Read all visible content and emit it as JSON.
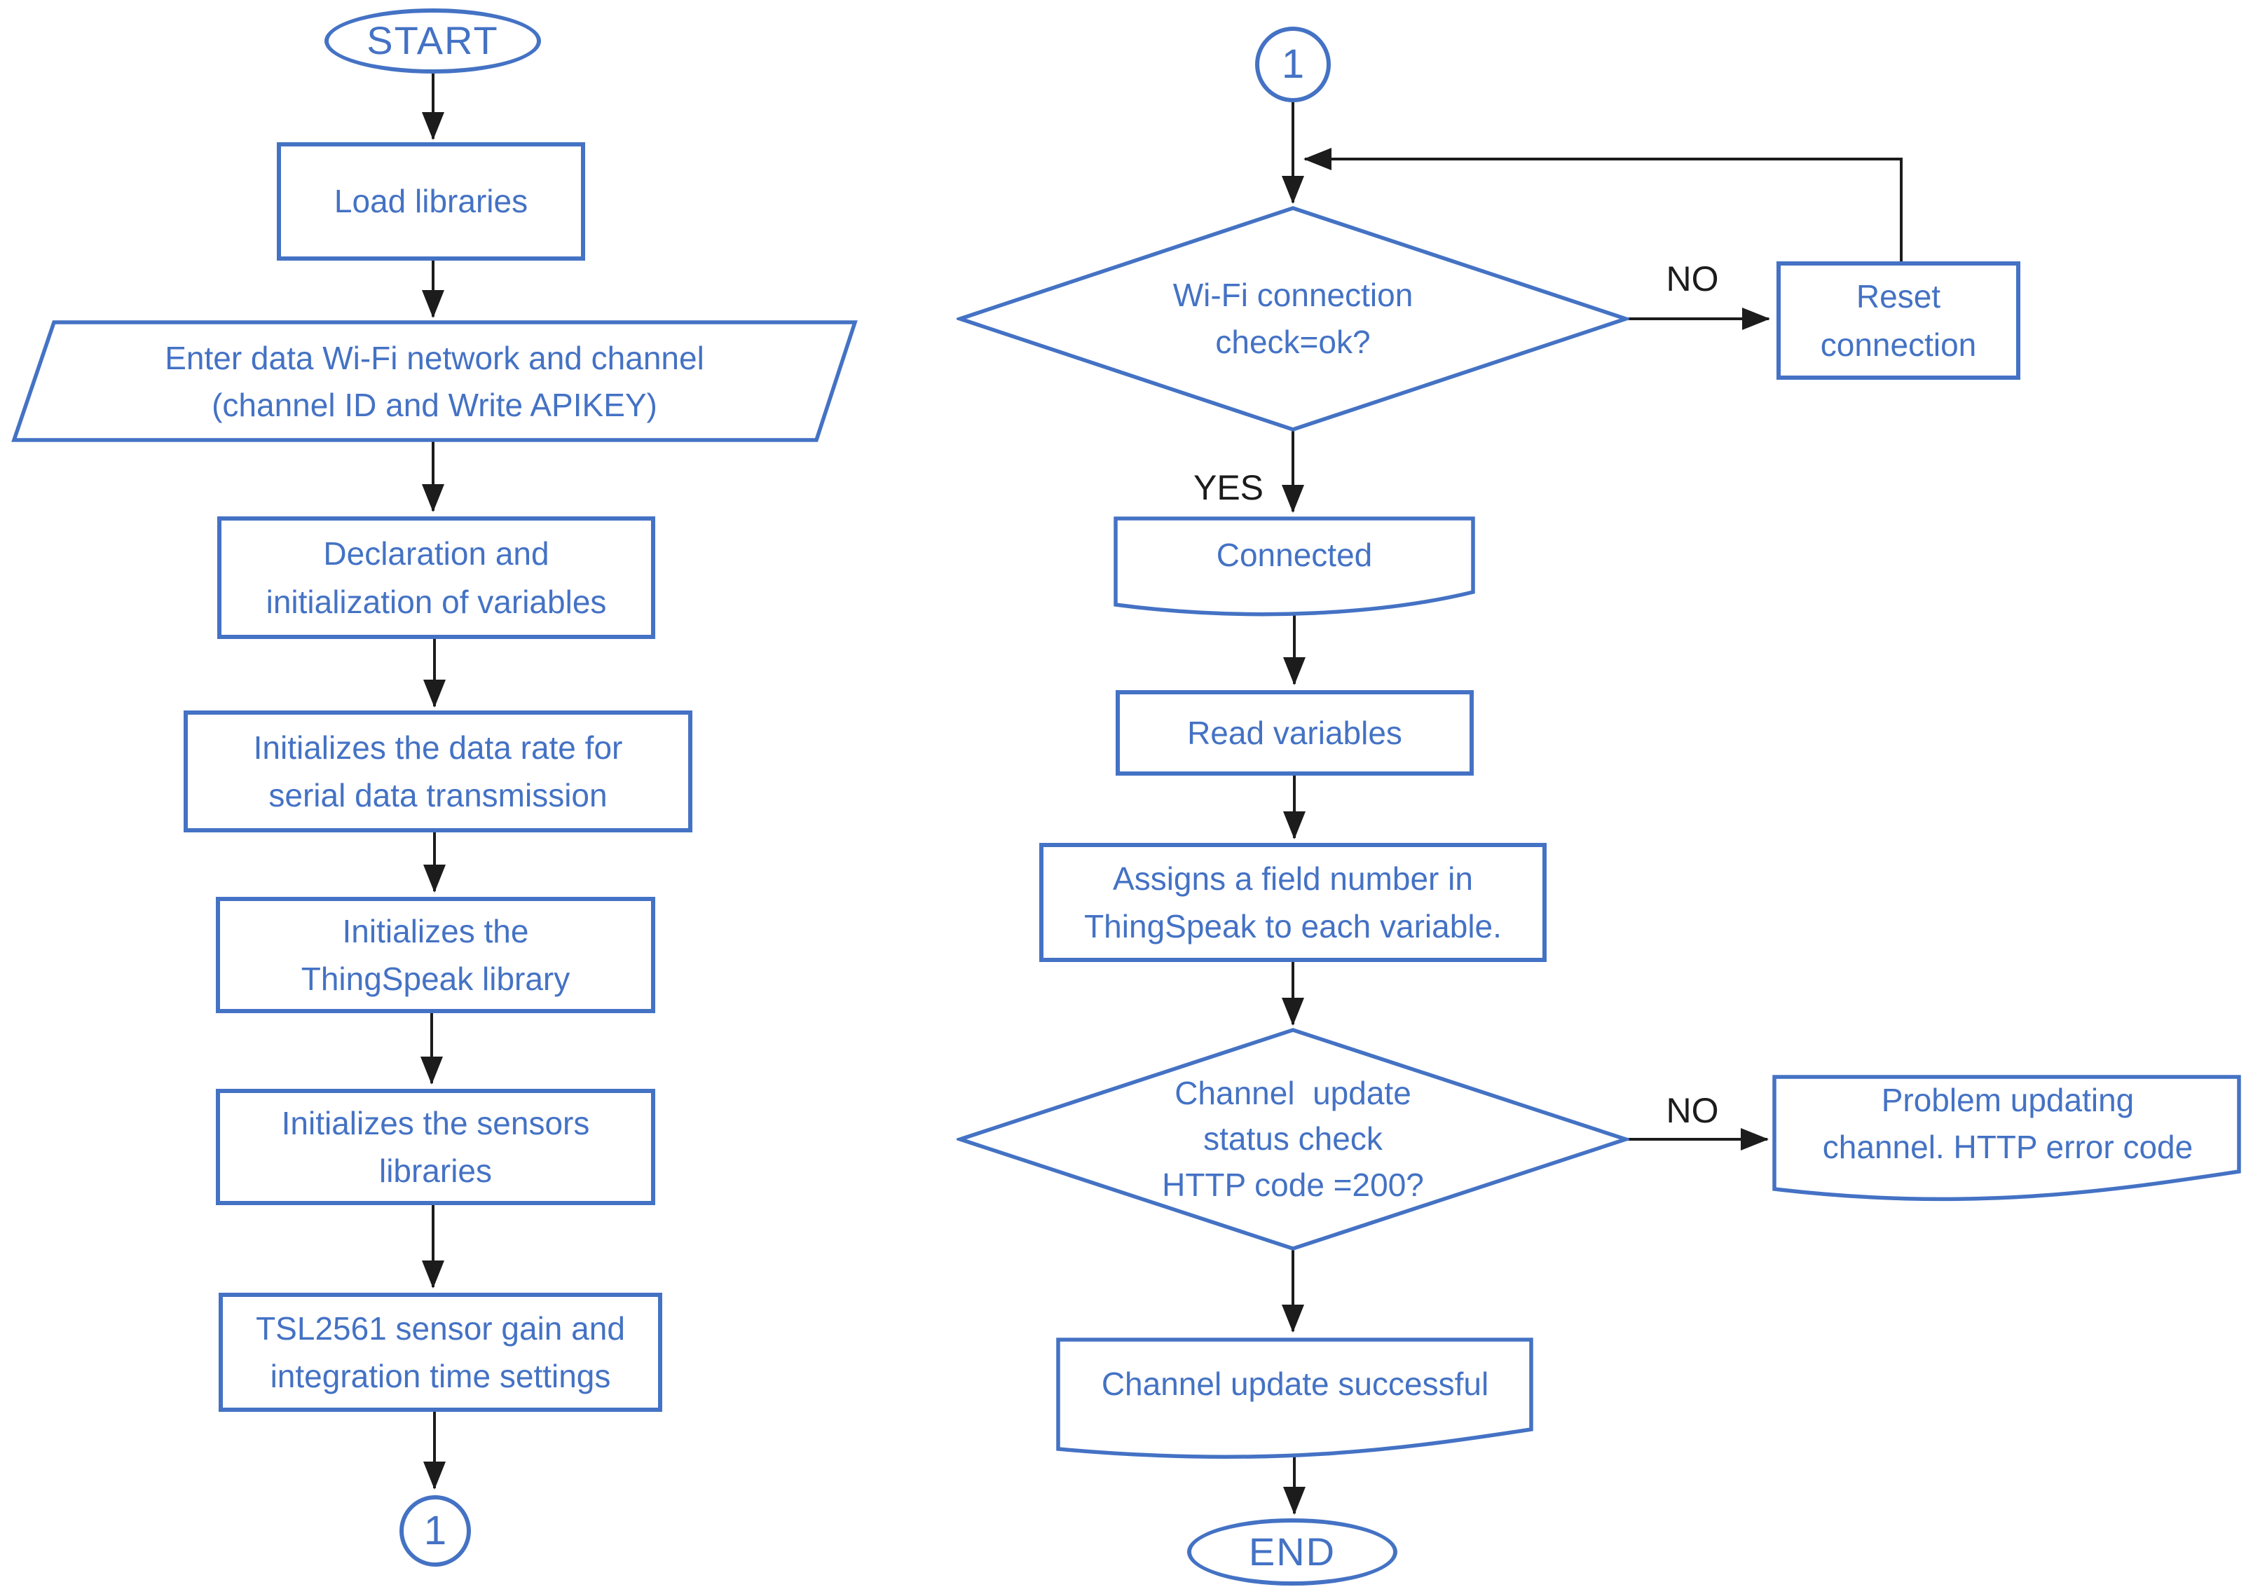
{
  "diagram": {
    "accent_color": "#4472C4",
    "arrow_color": "#1c1c1c",
    "left_column": {
      "start": "START",
      "load_libraries": "Load libraries",
      "enter_data": "Enter data Wi-Fi network and channel\n(channel ID and Write APIKEY)",
      "declaration": "Declaration and\ninitialization of variables",
      "data_rate": "Initializes the data rate for\nserial data transmission",
      "thingspeak_lib": "Initializes the\nThingSpeak library",
      "sensors_lib": "Initializes the sensors\nlibraries",
      "tsl2561": "TSL2561 sensor gain and\nintegration time settings",
      "connector_1": "1"
    },
    "right_column": {
      "connector_1": "1",
      "wifi_check": "Wi-Fi connection\ncheck=ok?",
      "no_label_1": "NO",
      "reset_connection": "Reset\nconnection",
      "yes_label": "YES",
      "connected": "Connected",
      "read_variables": "Read variables",
      "assign_fields": "Assigns a field number in\nThingSpeak to each variable.",
      "channel_check": "Channel  update\nstatus check\nHTTP code =200?",
      "no_label_2": "NO",
      "problem_updating": "Problem updating\nchannel. HTTP error code",
      "update_successful": "Channel update successful",
      "end": "END"
    }
  }
}
